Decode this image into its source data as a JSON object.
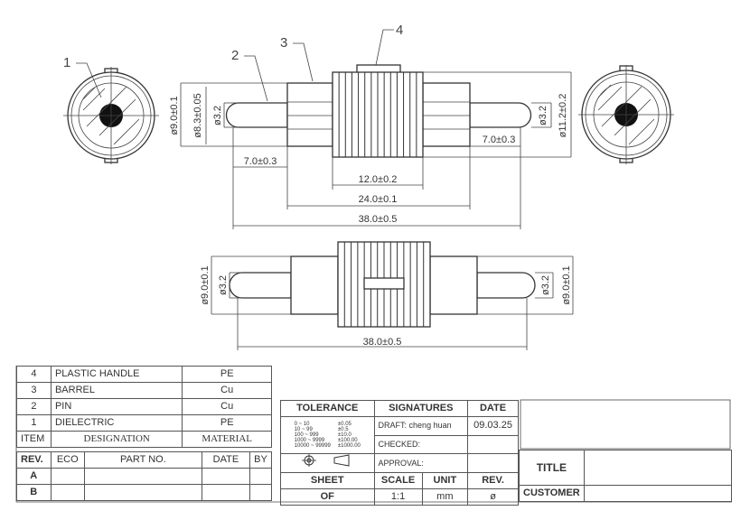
{
  "callouts": [
    "1",
    "2",
    "3",
    "4"
  ],
  "dimensions": {
    "left_outer_dia": "ø9.0±0.1",
    "left_inner_dia": "ø8.3±0.05",
    "pin_dia_left": "ø3.2",
    "pin_dia_right": "ø3.2",
    "right_outer_dia": "ø11.2±0.2",
    "pin_len_left": "7.0±0.3",
    "pin_len_right": "7.0±0.3",
    "handle_len": "12.0±0.2",
    "body_len": "24.0±0.1",
    "total_len": "38.0±0.5",
    "bottom_left_dia": "ø9.0±0.1",
    "bottom_pin_left": "ø3.2",
    "bottom_pin_right": "ø3.2",
    "bottom_right_dia": "ø9.0±0.1",
    "bottom_total_len": "38.0±0.5"
  },
  "bom": {
    "rows": [
      {
        "item": "4",
        "designation": "PLASTIC HANDLE",
        "material": "PE"
      },
      {
        "item": "3",
        "designation": "BARREL",
        "material": "Cu"
      },
      {
        "item": "2",
        "designation": "PIN",
        "material": "Cu"
      },
      {
        "item": "1",
        "designation": "DIELECTRIC",
        "material": "PE"
      }
    ],
    "header": {
      "item": "ITEM",
      "designation": "DESIGNATION",
      "material": "MATERIAL"
    }
  },
  "revisions": {
    "header": {
      "rev": "REV.",
      "eco": "ECO",
      "part_no": "PART NO.",
      "date": "DATE",
      "by": "BY"
    },
    "rows": [
      "A",
      "B"
    ]
  },
  "tolerance": {
    "title": "TOLERANCE",
    "ranges": [
      "0 ~ 10",
      "10 ~ 99",
      "100 ~ 999",
      "1000 ~ 9999",
      "10000 ~ 99999"
    ],
    "values": [
      "±0.05",
      "±0.5",
      "±10.0",
      "±100.00",
      "±1000.00"
    ]
  },
  "signatures": {
    "title": "SIGNATURES",
    "draft": "DRAFT: cheng huan",
    "checked": "CHECKED:",
    "approval": "APPROVAL:"
  },
  "date": {
    "title": "DATE",
    "value": "09.03.25"
  },
  "sheet": {
    "label": "SHEET",
    "of": "OF"
  },
  "scale": {
    "label": "SCALE",
    "value": "1:1"
  },
  "unit": {
    "label": "UNIT",
    "value": "mm"
  },
  "rev": {
    "label": "REV.",
    "value": "ø"
  },
  "title_label": "TITLE",
  "customer_label": "CUSTOMER"
}
